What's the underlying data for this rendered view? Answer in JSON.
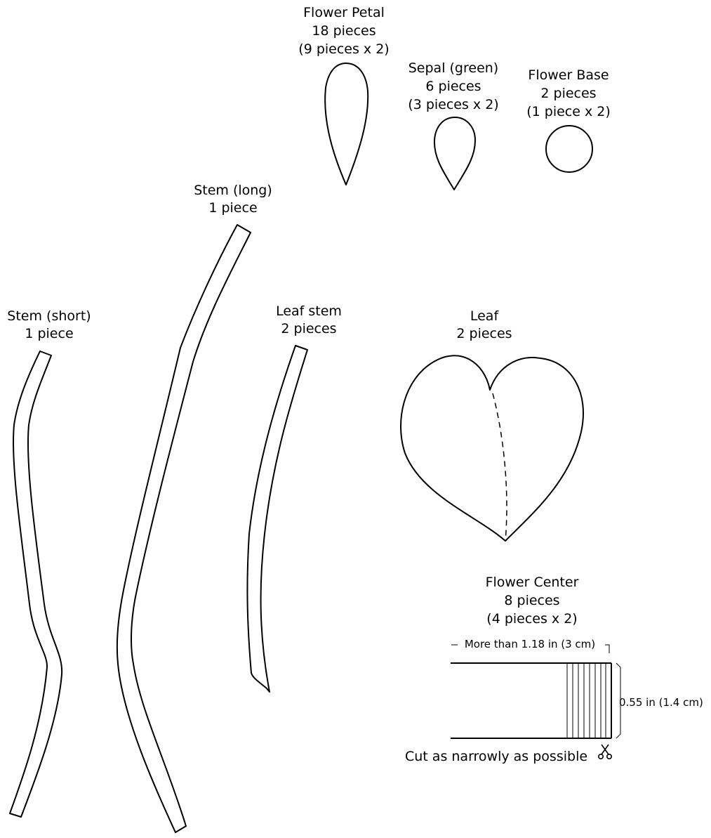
{
  "pieces": {
    "flower_petal": {
      "name": "Flower Petal",
      "count": "18 pieces",
      "detail": "(9 pieces x 2)"
    },
    "sepal": {
      "name": "Sepal (green)",
      "count": "6 pieces",
      "detail": "(3 pieces x 2)"
    },
    "flower_base": {
      "name": "Flower Base",
      "count": "2 pieces",
      "detail": "(1 piece x 2)"
    },
    "stem_long": {
      "name": "Stem (long)",
      "count": "1 piece"
    },
    "stem_short": {
      "name": "Stem (short)",
      "count": "1 piece"
    },
    "leaf_stem": {
      "name": "Leaf stem",
      "count": "2 pieces"
    },
    "leaf": {
      "name": "Leaf",
      "count": "2 pieces"
    },
    "flower_center": {
      "name": "Flower Center",
      "count": "8 pieces",
      "detail": "(4 pieces x 2)",
      "width_note": "More than 1.18 in (3 cm)",
      "height_note": "0.55 in (1.4 cm)",
      "cut_note": "Cut as narrowly as possible"
    }
  },
  "icons": {
    "cut": "scissors-icon"
  }
}
